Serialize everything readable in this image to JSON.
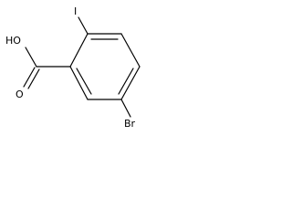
{
  "molecule": {
    "atoms": {
      "iodine": "I",
      "hydroxyl": "HO",
      "oxygen": "O",
      "bromine": "Br"
    }
  }
}
